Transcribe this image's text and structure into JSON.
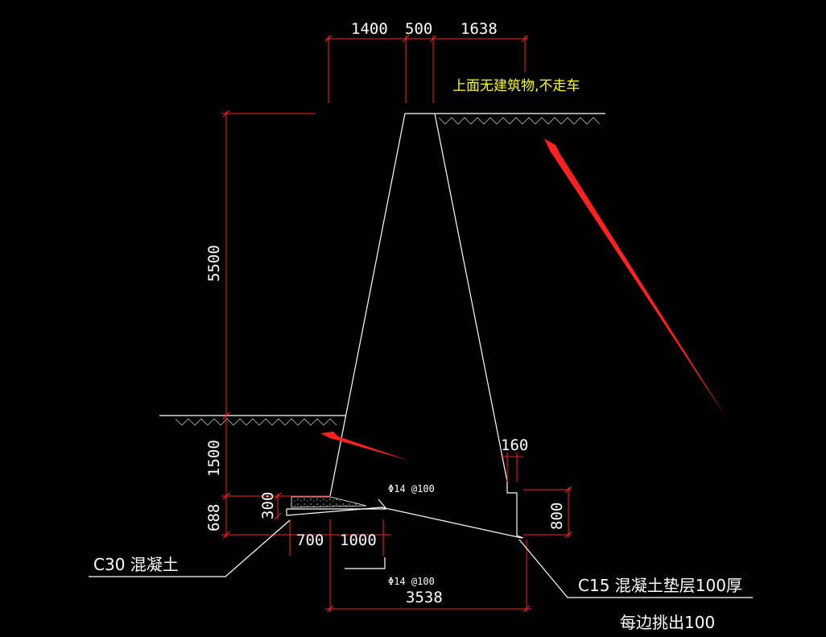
{
  "drawing": {
    "colors": {
      "dimension": "#ff2020",
      "outline": "#ffffff",
      "note": "#ffff00",
      "arrow": "#ff2020",
      "background": "#000000"
    },
    "dimensions": {
      "top_left": "1400",
      "top_mid": "500",
      "top_right": "1638",
      "height_wall": "5500",
      "height_embed": "1500",
      "height_base": "688",
      "height_toe": "300",
      "height_heel": "800",
      "heel_notch": "160",
      "bottom_a": "700",
      "bottom_b": "1000",
      "bottom_total": "3538"
    },
    "notes": {
      "top_note": "上面无建筑物,不走车",
      "concrete": "C30 混凝土",
      "cushion": "C15 混凝土垫层100厚",
      "overhang": "每边挑出100",
      "rebar_top": "Φ14 @100",
      "rebar_bottom": "Φ14 @100"
    }
  }
}
